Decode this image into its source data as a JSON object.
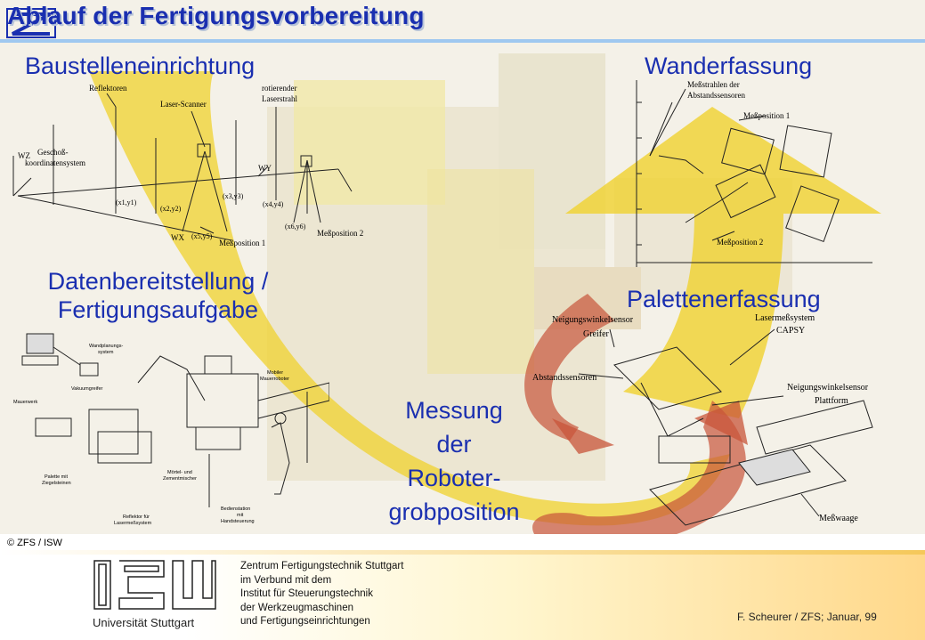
{
  "slide": {
    "title": "Ablauf der Fertigungsvorbereitung",
    "copyright": "© ZFS / ISW"
  },
  "sections": {
    "baustelle": "Baustelleneinrichtung",
    "wander": "Wanderfassung",
    "daten_line1": "Datenbereitstellung /",
    "daten_line2": "Fertigungsaufgabe",
    "palette": "Palettenerfassung",
    "messung_line1": "Messung",
    "messung_line2": "der",
    "messung_line3": "Roboter-",
    "messung_line4": "grobposition"
  },
  "baustelle_labels": {
    "reflektoren": "Reflektoren",
    "laser_scanner": "Laser-Scanner",
    "rot1": "rotierender",
    "rot2": "Laserstrahl",
    "gesch1": "Geschoß-",
    "gesch2": "koordinatensystem",
    "wz": "WZ",
    "wy": "WY",
    "wx": "WX",
    "c1": "(x1,y1)",
    "c2": "(x2,y2)",
    "c3": "(x3,y3)",
    "c4": "(x4,y4)",
    "c5": "(x5,y5)",
    "c6": "(x6,y6)",
    "mp1": "Meßposition 1",
    "mp2": "Meßposition 2"
  },
  "wander_labels": {
    "mess1": "Meßstrahlen der",
    "mess2": "Abstandssensoren",
    "mp1": "Meßposition 1",
    "mp2": "Meßposition 2"
  },
  "daten_labels": {
    "planung1": "Wandplanungs-",
    "planung2": "system",
    "vakuum": "Vakuumgreifer",
    "mauerwerk": "Mauerwerk",
    "mobiler1": "Mobiler",
    "mobiler2": "Mauerroboter",
    "palette1": "Palette mit",
    "palette2": "Ziegelsteinen",
    "moertel1": "Mörtel- und",
    "moertel2": "Zementmischer",
    "reflektor1": "Reflektor für",
    "reflektor2": "Lasermeßsystem",
    "bedien1": "Bedienstation",
    "bedien2": "mit",
    "bedien3": "Handsteuerung"
  },
  "palette_labels": {
    "neigung": "Neigungswinkelsensor",
    "greifer": "Greifer",
    "lasermess": "Lasermeßsystem",
    "capsy": "CAPSY",
    "abstand": "Abstandssensoren",
    "neigung2": "Neigungswinkelsensor",
    "plattform": "Plattform",
    "waage": "Meßwaage"
  },
  "footer": {
    "university": "Universität Stuttgart",
    "inst1": "Zentrum Fertigungstechnik Stuttgart",
    "inst2": "im Verbund mit dem",
    "inst3": "Institut für Steuerungstechnik",
    "inst4": "der Werkzeugmaschinen",
    "inst5": "und Fertigungseinrichtungen",
    "author": "F. Scheurer / ZFS; Januar, 99"
  },
  "colors": {
    "heading": "#1a2fb0",
    "arrow": "#f0d22e",
    "red_arrow": "#c8543a",
    "rule": "#9fc8f0"
  }
}
